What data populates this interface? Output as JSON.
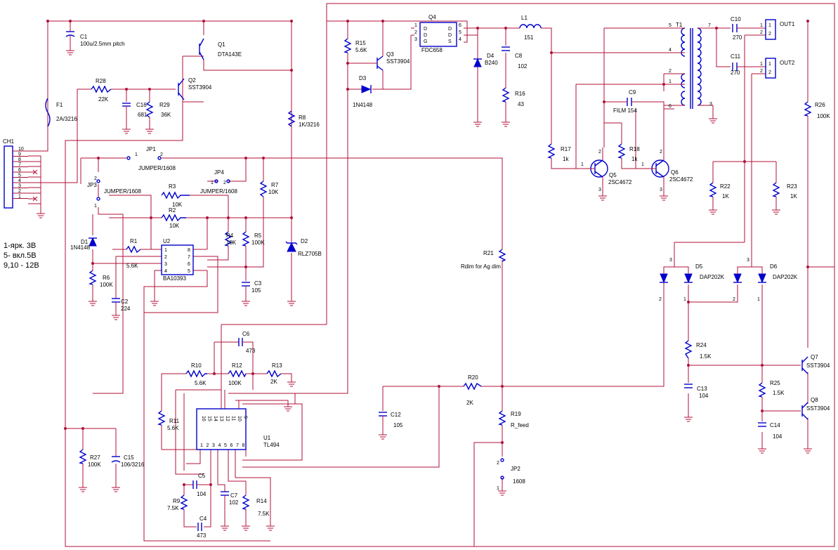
{
  "connector": {
    "ref": "CH1",
    "pins": [
      "10",
      "9",
      "8",
      "7",
      "6",
      "5",
      "4",
      "3",
      "2",
      "1"
    ]
  },
  "notes": [
    "1-ярк. 3В",
    "5- вкл.5В",
    "9,10 - 12В"
  ],
  "components": {
    "c1": {
      "ref": "C1",
      "value": "100u/2.5mm pitch"
    },
    "f1": {
      "ref": "F1",
      "value": "2A/3216"
    },
    "q1": {
      "ref": "Q1",
      "value": "DTA143E"
    },
    "q2": {
      "ref": "Q2",
      "value": "SST3904"
    },
    "r28": {
      "ref": "R28",
      "value": "22K"
    },
    "c16": {
      "ref": "C16",
      "value": "681"
    },
    "r29": {
      "ref": "R29",
      "value": "36K"
    },
    "r8": {
      "ref": "R8",
      "value": "1K/3216"
    },
    "r15": {
      "ref": "R15",
      "value": "5.6K"
    },
    "q3": {
      "ref": "Q3",
      "value": "SST3904"
    },
    "d3": {
      "ref": "D3",
      "value": "1N4148"
    },
    "q4": {
      "ref": "Q4",
      "value": "FDC658"
    },
    "d4": {
      "ref": "D4",
      "value": "B240"
    },
    "l1": {
      "ref": "L1",
      "value": "151"
    },
    "c8": {
      "ref": "C8",
      "value": "102"
    },
    "r16": {
      "ref": "R16",
      "value": "43"
    },
    "t1": {
      "ref": "T1",
      "value": ""
    },
    "c9": {
      "ref": "C9",
      "value": "FILM 154"
    },
    "c10": {
      "ref": "C10",
      "value": "270"
    },
    "c11": {
      "ref": "C11",
      "value": "270"
    },
    "out1": {
      "ref": "OUT1",
      "value": ""
    },
    "out2": {
      "ref": "OUT2",
      "value": ""
    },
    "r26": {
      "ref": "R26",
      "value": "100K"
    },
    "r17": {
      "ref": "R17",
      "value": "1k"
    },
    "r18": {
      "ref": "R18",
      "value": "1k"
    },
    "q5": {
      "ref": "Q5",
      "value": "2SC4672"
    },
    "q6": {
      "ref": "Q6",
      "value": "2SC4672"
    },
    "r22": {
      "ref": "R22",
      "value": "1K"
    },
    "r23": {
      "ref": "R23",
      "value": "1K"
    },
    "jp1": {
      "ref": "JP1",
      "value": "JUMPER/1608"
    },
    "jp3": {
      "ref": "JP3",
      "value": "JUMPER/1608"
    },
    "jp4": {
      "ref": "JP4",
      "value": "JUMPER/1608"
    },
    "r3": {
      "ref": "R3",
      "value": "10K"
    },
    "r2": {
      "ref": "R2",
      "value": "10K"
    },
    "r7": {
      "ref": "R7",
      "value": "10K"
    },
    "d1": {
      "ref": "D1",
      "value": "1N4148"
    },
    "r1": {
      "ref": "R1",
      "value": "5.6K"
    },
    "u2": {
      "ref": "U2",
      "value": "BA10393"
    },
    "r4": {
      "ref": "R4",
      "value": "10K"
    },
    "r5": {
      "ref": "R5",
      "value": "100K"
    },
    "d2": {
      "ref": "D2",
      "value": "RLZ705B"
    },
    "r6": {
      "ref": "R6",
      "value": "100K"
    },
    "c2": {
      "ref": "C2",
      "value": "224"
    },
    "c3": {
      "ref": "C3",
      "value": "105"
    },
    "r21": {
      "ref": "R21",
      "value": "Rdim for Ag dim"
    },
    "d5": {
      "ref": "D5",
      "value": "DAP202K"
    },
    "d6": {
      "ref": "D6",
      "value": "DAP202K"
    },
    "c6": {
      "ref": "C6",
      "value": "473"
    },
    "r10": {
      "ref": "R10",
      "value": "5.6K"
    },
    "r12": {
      "ref": "R12",
      "value": "100K"
    },
    "r13": {
      "ref": "R13",
      "value": "2K"
    },
    "r11": {
      "ref": "R11",
      "value": "5.6K"
    },
    "u1": {
      "ref": "U1",
      "value": "TL494"
    },
    "c12": {
      "ref": "C12",
      "value": "105"
    },
    "r20": {
      "ref": "R20",
      "value": "2K"
    },
    "r24": {
      "ref": "R24",
      "value": "1.5K"
    },
    "c13": {
      "ref": "C13",
      "value": "104"
    },
    "q7": {
      "ref": "Q7",
      "value": "SST3904"
    },
    "r25": {
      "ref": "R25",
      "value": "1.5K"
    },
    "q8": {
      "ref": "Q8",
      "value": "SST3904"
    },
    "c14": {
      "ref": "C14",
      "value": "104"
    },
    "r19": {
      "ref": "R19",
      "value": "R_feed"
    },
    "jp2": {
      "ref": "JP2",
      "value": "1608"
    },
    "r27": {
      "ref": "R27",
      "value": "100K"
    },
    "c15": {
      "ref": "C15",
      "value": "106/3216"
    },
    "c5": {
      "ref": "C5",
      "value": "104"
    },
    "c7": {
      "ref": "C7",
      "value": "102"
    },
    "r9": {
      "ref": "R9",
      "value": "7.5K"
    },
    "r14": {
      "ref": "R14",
      "value": "7.5K"
    },
    "c4": {
      "ref": "C4",
      "value": "473"
    }
  },
  "pins": {
    "u1_top": [
      "16",
      "15",
      "14",
      "13",
      "12",
      "11",
      "10",
      "9"
    ],
    "u1_bottom": [
      "1",
      "2",
      "3",
      "4",
      "5",
      "6",
      "7",
      "8"
    ],
    "u2_left": [
      "1",
      "2",
      "3",
      "4"
    ],
    "u2_right": [
      "8",
      "7",
      "6",
      "5"
    ],
    "q4": [
      "1",
      "2",
      "3",
      "6",
      "5",
      "4"
    ],
    "q4_labels": [
      "D",
      "D",
      "G",
      "D",
      "D",
      "S"
    ],
    "t1": [
      "5",
      "4",
      "2",
      "1",
      "6",
      "7",
      "3"
    ],
    "out": [
      "1",
      "2"
    ],
    "diode_pins": [
      "3",
      "2",
      "1"
    ],
    "transistor_pins": [
      "1",
      "2",
      "3"
    ],
    "jumper_pins": [
      "1",
      "2"
    ]
  }
}
